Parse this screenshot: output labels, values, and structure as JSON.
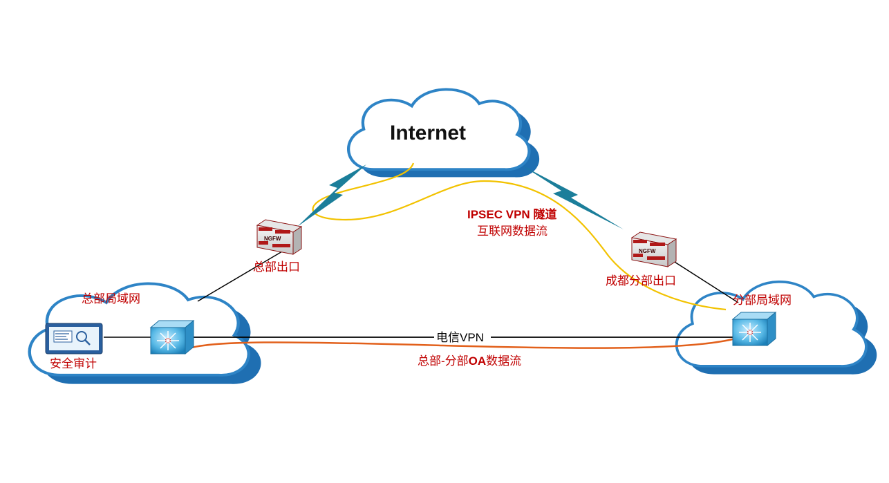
{
  "nodes": {
    "internet": "Internet",
    "hq_exit": "总部出口",
    "chengdu_exit": "成都分部出口",
    "hq_lan": "总部局域网",
    "branch_lan": "分部局域网",
    "security_audit": "安全审计",
    "firewall_badge": "NGFW"
  },
  "links": {
    "telecom_vpn": "电信VPN",
    "ipsec_line1": "IPSEC VPN 隧道",
    "ipsec_line2": "互联网数据流",
    "oa_prefix": "总部-分部",
    "oa_mid": "OA",
    "oa_suffix": "数据流"
  },
  "colors": {
    "cloud_shadow": "#1f6fb2",
    "cloud_border": "#2e84c6",
    "lightning": "#1b7e9a",
    "ipsec_flow": "#f2c200",
    "oa_flow": "#e2601b",
    "label_red": "#c00000"
  },
  "icons": [
    "internet-cloud-icon",
    "firewall-icon",
    "l3-switch-icon",
    "audit-monitor-icon",
    "lightning-icon"
  ]
}
